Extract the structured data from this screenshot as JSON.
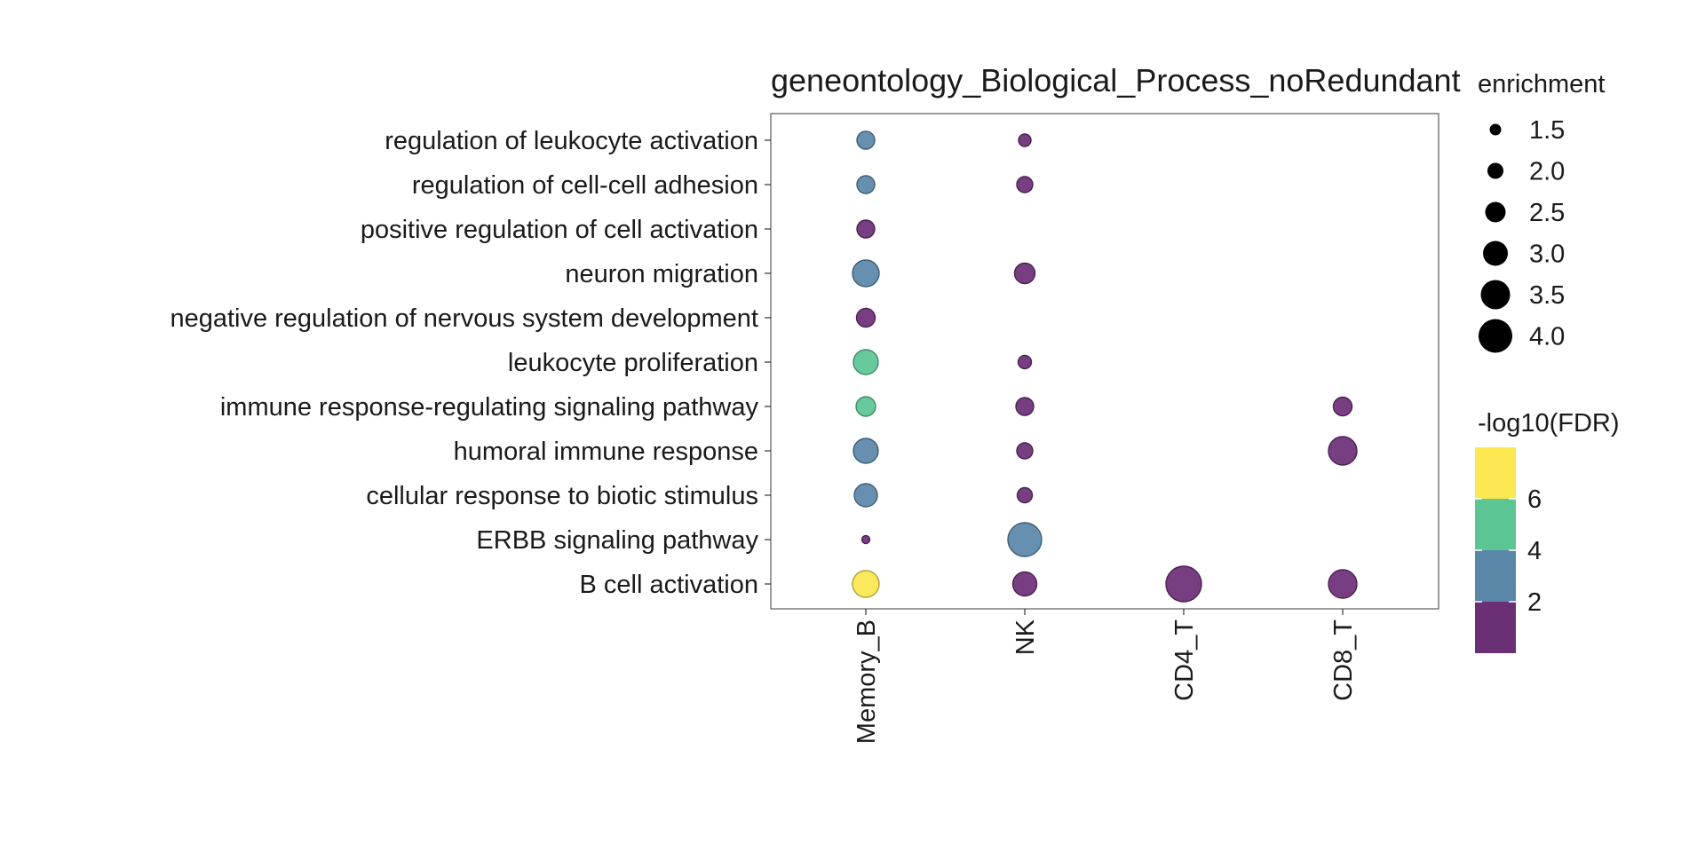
{
  "chart_data": {
    "type": "scatter",
    "title": "geneontology_Biological_Process_noRedundant",
    "x_categories": [
      "Memory_B",
      "NK",
      "CD4_T",
      "CD8_T"
    ],
    "y_categories": [
      "B cell activation",
      "ERBB signaling pathway",
      "cellular response to biotic stimulus",
      "humoral immune response",
      "immune response-regulating signaling pathway",
      "leukocyte proliferation",
      "negative regulation of nervous system development",
      "neuron migration",
      "positive regulation of cell activation",
      "regulation of cell-cell adhesion",
      "regulation of leukocyte activation"
    ],
    "points": [
      {
        "x": "Memory_B",
        "y": "regulation of leukocyte activation",
        "enrichment": 2.2,
        "neglog10_fdr": 2.5
      },
      {
        "x": "NK",
        "y": "regulation of leukocyte activation",
        "enrichment": 1.6,
        "neglog10_fdr": 1.0
      },
      {
        "x": "Memory_B",
        "y": "regulation of cell-cell adhesion",
        "enrichment": 2.2,
        "neglog10_fdr": 2.5
      },
      {
        "x": "NK",
        "y": "regulation of cell-cell adhesion",
        "enrichment": 2.0,
        "neglog10_fdr": 1.0
      },
      {
        "x": "Memory_B",
        "y": "positive regulation of cell activation",
        "enrichment": 2.2,
        "neglog10_fdr": 1.0
      },
      {
        "x": "Memory_B",
        "y": "neuron migration",
        "enrichment": 3.2,
        "neglog10_fdr": 2.5
      },
      {
        "x": "NK",
        "y": "neuron migration",
        "enrichment": 2.5,
        "neglog10_fdr": 1.0
      },
      {
        "x": "Memory_B",
        "y": "negative regulation of nervous system development",
        "enrichment": 2.3,
        "neglog10_fdr": 1.0
      },
      {
        "x": "Memory_B",
        "y": "leukocyte proliferation",
        "enrichment": 3.0,
        "neglog10_fdr": 4.5
      },
      {
        "x": "NK",
        "y": "leukocyte proliferation",
        "enrichment": 1.7,
        "neglog10_fdr": 1.0
      },
      {
        "x": "Memory_B",
        "y": "immune response-regulating signaling pathway",
        "enrichment": 2.4,
        "neglog10_fdr": 4.5
      },
      {
        "x": "NK",
        "y": "immune response-regulating signaling pathway",
        "enrichment": 2.2,
        "neglog10_fdr": 1.0
      },
      {
        "x": "CD8_T",
        "y": "immune response-regulating signaling pathway",
        "enrichment": 2.3,
        "neglog10_fdr": 1.0
      },
      {
        "x": "Memory_B",
        "y": "humoral immune response",
        "enrichment": 3.0,
        "neglog10_fdr": 2.5
      },
      {
        "x": "NK",
        "y": "humoral immune response",
        "enrichment": 2.0,
        "neglog10_fdr": 1.0
      },
      {
        "x": "CD8_T",
        "y": "humoral immune response",
        "enrichment": 3.4,
        "neglog10_fdr": 1.0
      },
      {
        "x": "Memory_B",
        "y": "cellular response to biotic stimulus",
        "enrichment": 2.8,
        "neglog10_fdr": 2.5
      },
      {
        "x": "NK",
        "y": "cellular response to biotic stimulus",
        "enrichment": 1.9,
        "neglog10_fdr": 1.0
      },
      {
        "x": "Memory_B",
        "y": "ERBB signaling pathway",
        "enrichment": 1.1,
        "neglog10_fdr": 1.0
      },
      {
        "x": "NK",
        "y": "ERBB signaling pathway",
        "enrichment": 4.0,
        "neglog10_fdr": 2.5
      },
      {
        "x": "Memory_B",
        "y": "B cell activation",
        "enrichment": 3.2,
        "neglog10_fdr": 7.0
      },
      {
        "x": "NK",
        "y": "B cell activation",
        "enrichment": 2.9,
        "neglog10_fdr": 1.0
      },
      {
        "x": "CD4_T",
        "y": "B cell activation",
        "enrichment": 4.2,
        "neglog10_fdr": 1.0
      },
      {
        "x": "CD8_T",
        "y": "B cell activation",
        "enrichment": 3.4,
        "neglog10_fdr": 1.0
      }
    ],
    "size_legend": {
      "title": "enrichment",
      "values": [
        1.5,
        2.0,
        2.5,
        3.0,
        3.5,
        4.0
      ],
      "labels": [
        "1.5",
        "2.0",
        "2.5",
        "3.0",
        "3.5",
        "4.0"
      ]
    },
    "color_legend": {
      "title": "-log10(FDR)",
      "bins": [
        {
          "min": 0,
          "max": 2,
          "color": "#6b2f76"
        },
        {
          "min": 2,
          "max": 4,
          "color": "#5a86a8"
        },
        {
          "min": 4,
          "max": 6,
          "color": "#5bc594"
        },
        {
          "min": 6,
          "max": 8,
          "color": "#fbe74f"
        }
      ],
      "tick_values": [
        2,
        4,
        6
      ],
      "tick_labels": [
        "2",
        "4",
        "6"
      ]
    },
    "enrichment_range": [
      1.0,
      4.2
    ],
    "grid": false,
    "size_legend_placement": "top-right",
    "color_legend_placement": "right"
  }
}
